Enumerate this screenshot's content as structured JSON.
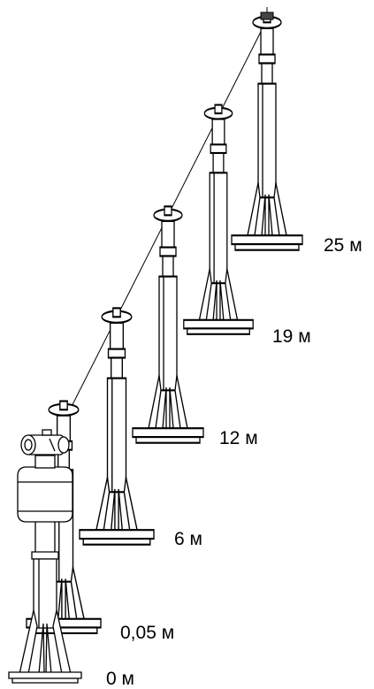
{
  "labels": {
    "d0": "0 м",
    "d1": "0,05 м",
    "d2": "6 м",
    "d3": "12 м",
    "d4": "19 м",
    "d5": "25 м"
  },
  "colors": {
    "ink": "#000000",
    "paper": "#ffffff"
  }
}
